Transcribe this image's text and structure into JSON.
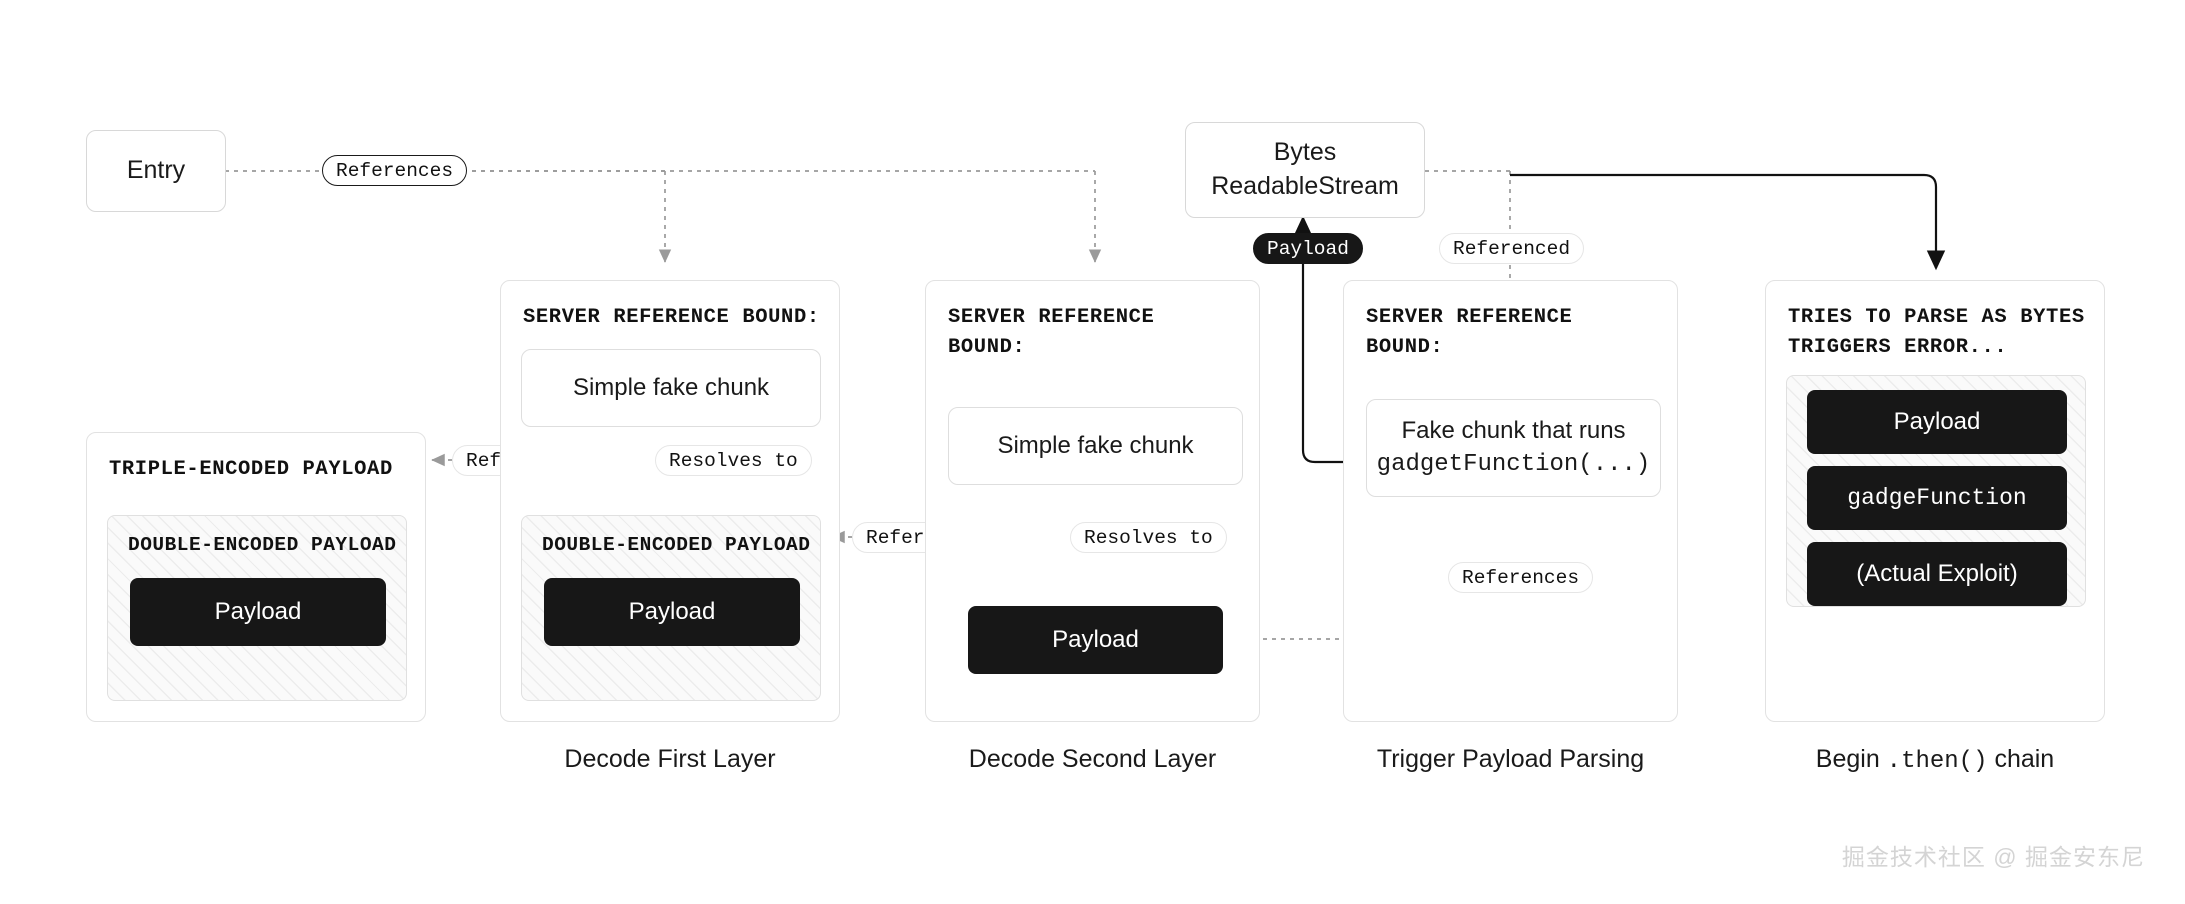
{
  "diagram": {
    "entry": {
      "label": "Entry"
    },
    "stream": {
      "label_line1": "Bytes",
      "label_line2": "ReadableStream"
    },
    "edge_labels": {
      "entry_references": "References",
      "panel1_references": "References",
      "panel1_resolves": "Resolves to",
      "panel2_references": "References",
      "panel2_resolves": "Resolves to",
      "payload_pill": "Payload",
      "referenced": "Referenced",
      "panel3_references": "References"
    },
    "panels": [
      {
        "id": "triple",
        "title": "TRIPLE-ENCODED PAYLOAD",
        "hatch_title": "DOUBLE-ENCODED PAYLOAD",
        "chip": "Payload",
        "caption": ""
      },
      {
        "id": "decode-first",
        "title": "SERVER REFERENCE BOUND:",
        "chunk": "Simple fake chunk",
        "hatch_title": "DOUBLE-ENCODED PAYLOAD",
        "chip": "Payload",
        "caption": "Decode First Layer"
      },
      {
        "id": "decode-second",
        "title": "SERVER REFERENCE BOUND:",
        "chunk": "Simple fake chunk",
        "chip": "Payload",
        "caption": "Decode Second Layer"
      },
      {
        "id": "trigger-parsing",
        "title": "SERVER REFERENCE BOUND:",
        "chunk_line1": "Fake chunk that runs",
        "chunk_line2": "gadgetFunction(...)",
        "caption": "Trigger Payload Parsing"
      },
      {
        "id": "then-chain",
        "title_line1": "TRIES TO PARSE AS BYTES",
        "title_line2": "TRIGGERS ERROR...",
        "chips": [
          "Payload",
          "gadgeFunction",
          "(Actual Exploit)"
        ],
        "caption_pre": "Begin ",
        "caption_mono": ".then()",
        "caption_post": " chain"
      }
    ],
    "watermark": "掘金技术社区 @ 掘金安东尼",
    "colors": {
      "chip_bg": "#171717",
      "panel_border": "#e2e2e2",
      "wire": "#9a9a9a",
      "wire_solid": "#111111",
      "page_bg": "#ffffff"
    }
  }
}
